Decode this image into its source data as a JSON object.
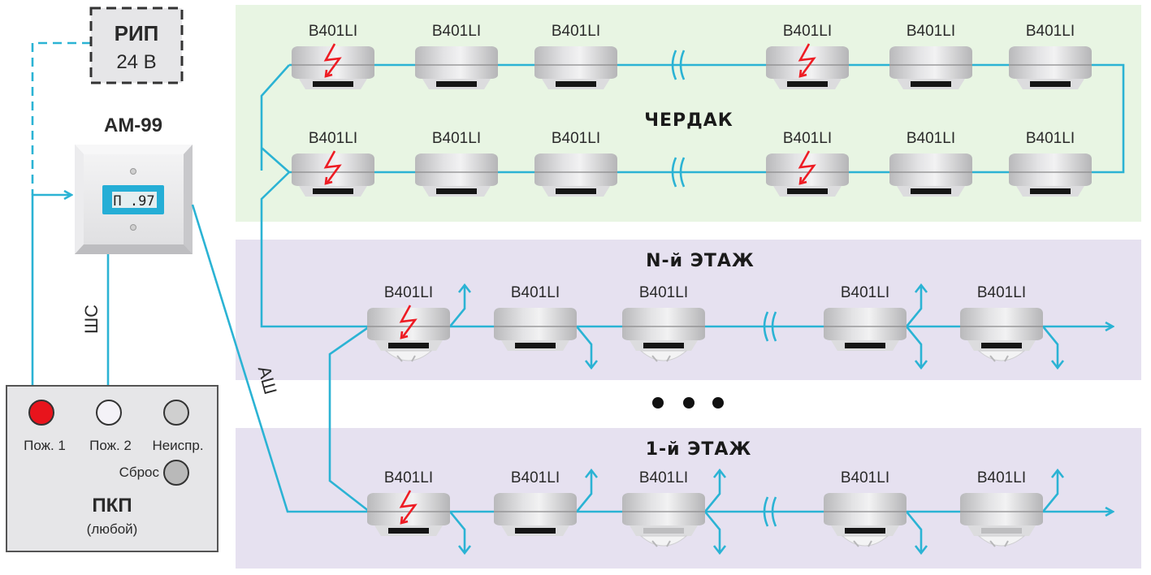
{
  "power_supply": {
    "title": "РИП",
    "voltage": "24 В"
  },
  "module": {
    "title": "АМ-99",
    "display_value": "П .97"
  },
  "wire_labels": {
    "loop": "ШС",
    "address_loop": "АШ"
  },
  "panel": {
    "title": "ПКП",
    "subtitle": "(любой)",
    "indicators": [
      {
        "label": "Пож. 1",
        "state": "active",
        "color": "#e8141c"
      },
      {
        "label": "Пож. 2",
        "state": "off",
        "color": "#f4f2f7"
      },
      {
        "label": "Неиспр.",
        "state": "off",
        "color": "#cfcfcf"
      }
    ],
    "reset_button": {
      "label": "Сброс",
      "color": "#b9b9b9"
    }
  },
  "zones": [
    {
      "title": "ЧЕРДАК",
      "background": "#e8f5e3",
      "rows": [
        {
          "detectors": [
            {
              "label": "B401LI",
              "alarm": true,
              "type": "base"
            },
            {
              "label": "B401LI",
              "alarm": false,
              "type": "base"
            },
            {
              "label": "B401LI",
              "alarm": false,
              "type": "base"
            },
            {
              "label": "B401LI",
              "alarm": true,
              "type": "base"
            },
            {
              "label": "B401LI",
              "alarm": false,
              "type": "base"
            },
            {
              "label": "B401LI",
              "alarm": false,
              "type": "base"
            }
          ]
        },
        {
          "detectors": [
            {
              "label": "B401LI",
              "alarm": true,
              "type": "base"
            },
            {
              "label": "B401LI",
              "alarm": false,
              "type": "base"
            },
            {
              "label": "B401LI",
              "alarm": false,
              "type": "base"
            },
            {
              "label": "B401LI",
              "alarm": true,
              "type": "base"
            },
            {
              "label": "B401LI",
              "alarm": false,
              "type": "base"
            },
            {
              "label": "B401LI",
              "alarm": false,
              "type": "base"
            }
          ]
        }
      ]
    },
    {
      "title": "N-й ЭТАЖ",
      "background": "#e6e1f0",
      "rows": [
        {
          "detectors": [
            {
              "label": "B401LI",
              "alarm": true,
              "type": "with-detector"
            },
            {
              "label": "B401LI",
              "alarm": false,
              "type": "base"
            },
            {
              "label": "B401LI",
              "alarm": false,
              "type": "with-detector"
            },
            {
              "label": "B401LI",
              "alarm": false,
              "type": "base"
            },
            {
              "label": "B401LI",
              "alarm": false,
              "type": "with-detector"
            }
          ]
        }
      ]
    },
    {
      "title": "1-й ЭТАЖ",
      "background": "#e6e1f0",
      "rows": [
        {
          "detectors": [
            {
              "label": "B401LI",
              "alarm": true,
              "type": "base"
            },
            {
              "label": "B401LI",
              "alarm": false,
              "type": "base"
            },
            {
              "label": "B401LI",
              "alarm": false,
              "type": "with-detector-light"
            },
            {
              "label": "B401LI",
              "alarm": false,
              "type": "with-detector"
            },
            {
              "label": "B401LI",
              "alarm": false,
              "type": "with-detector-light"
            }
          ]
        }
      ]
    }
  ],
  "ellipsis": "• • •",
  "colors": {
    "wire": "#2bb3d4",
    "alarm": "#ee1c24",
    "module_display": "#25aed6"
  }
}
